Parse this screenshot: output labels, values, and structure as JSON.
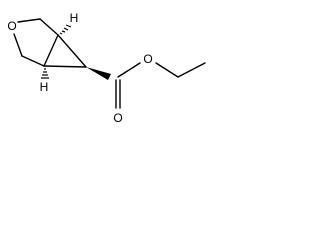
{
  "molecule": {
    "atoms": {
      "ring_oxygen": "O",
      "carbonyl_oxygen": "O",
      "ester_oxygen": "O",
      "stereo_h_top": "H",
      "stereo_h_bottom": "H"
    }
  },
  "colors": {
    "bond": "#000000",
    "background": "#ffffff"
  }
}
